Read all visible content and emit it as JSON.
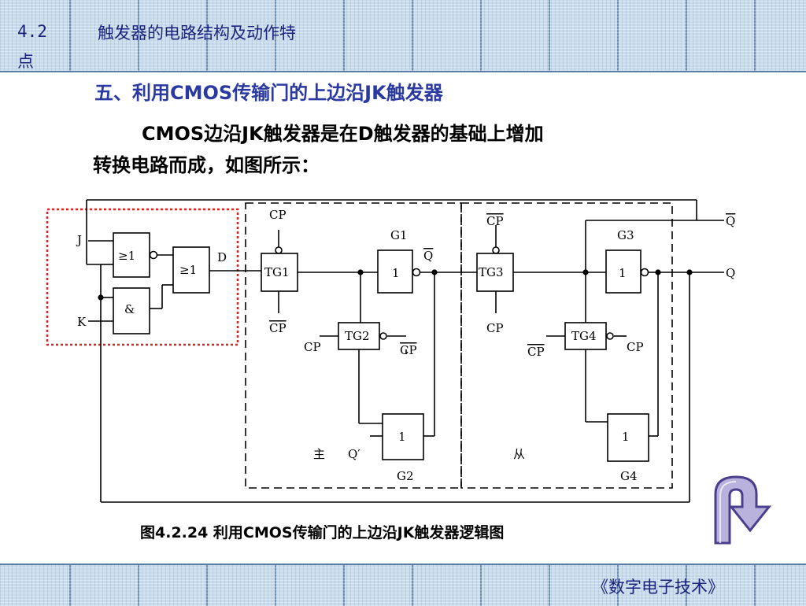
{
  "header": {
    "section_number": "4.2",
    "section_title": "触发器的电路结构及动作特",
    "section_title_tail": "点"
  },
  "heading": "五、利用CMOS传输门的上边沿JK触发器",
  "body": {
    "line1": "CMOS边沿JK触发器是在D触发器的基础上增加",
    "line2": "转换电路而成，如图所示："
  },
  "diagram": {
    "input_j": "J",
    "input_k": "K",
    "or_gate": "≥1",
    "or_gate_d": "≥1",
    "and_gate": "&",
    "d_label": "D",
    "tg1": "TG1",
    "tg2": "TG2",
    "tg3": "TG3",
    "tg4": "TG4",
    "g1": "G1",
    "g2": "G2",
    "g3": "G3",
    "g4": "G4",
    "inv": "1",
    "cp": "CP",
    "cp_bar": "CP",
    "q": "Q",
    "q_bar": "Q",
    "q_prime": "Q′",
    "master": "主",
    "slave": "从"
  },
  "caption": "图4.2.24  利用CMOS传输门的上边沿JK触发器逻辑图",
  "footer": "《数字电子技术》",
  "colors": {
    "accent": "#1a237e",
    "heading": "#2b3aa0",
    "highlight_box": "#e02020",
    "band": "#c9dcec"
  }
}
